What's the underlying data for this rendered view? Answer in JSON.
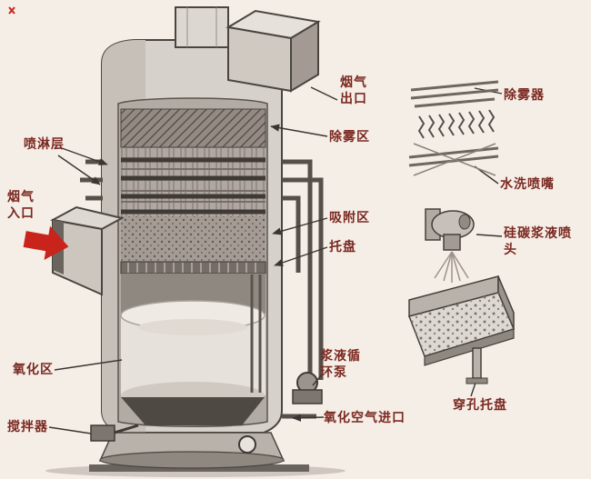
{
  "labels": {
    "spray_layer": "喷淋层",
    "flue_gas_inlet": "烟气入口",
    "oxidation_zone": "氧化区",
    "agitator": "搅拌器",
    "flue_gas_outlet": "烟气出口",
    "demister_zone": "除雾区",
    "absorption_zone": "吸附区",
    "tray": "托盘",
    "slurry_circulation_pump": "浆液循环泵",
    "oxidation_air_inlet": "氧化空气进口",
    "demister": "除雾器",
    "water_wash_nozzle": "水洗喷嘴",
    "sic_slurry_nozzle": "硅碳浆液喷头",
    "perforated_tray": "穿孔托盘"
  },
  "colors": {
    "background": "#f5eee7",
    "label_text": "#7a2820",
    "flow_arrow_red": "#c8241b",
    "line_dark": "#3a3530"
  }
}
